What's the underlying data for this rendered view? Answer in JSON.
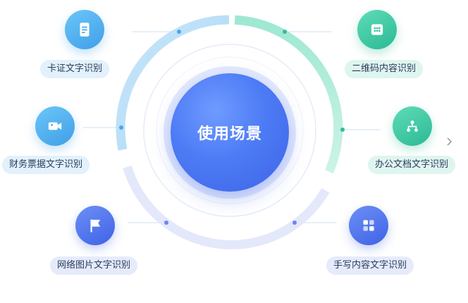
{
  "center": {
    "label": "使用场景"
  },
  "items": [
    {
      "label": "卡证文字识别",
      "icon": "id-card-document-icon",
      "color": "#38a8ef"
    },
    {
      "label": "财务票据文字识别",
      "icon": "video-camera-icon",
      "color": "#38a8ef"
    },
    {
      "label": "网络图片文字识别",
      "icon": "flag-icon",
      "color": "#4f74f0"
    },
    {
      "label": "二维码内容识别",
      "icon": "qr-grid-icon",
      "color": "#2fcaa3"
    },
    {
      "label": "办公文档文字识别",
      "icon": "org-chart-icon",
      "color": "#2fcaa3"
    },
    {
      "label": "手写内容文字识别",
      "icon": "apps-grid-icon",
      "color": "#4f74f0"
    }
  ],
  "nav": {
    "next_icon": "chevron-right-icon"
  }
}
